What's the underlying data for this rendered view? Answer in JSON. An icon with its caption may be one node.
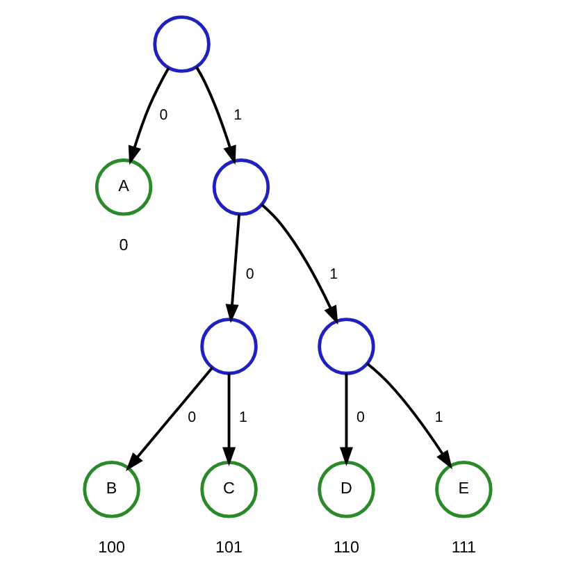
{
  "diagram": {
    "nodes": [
      {
        "text": [],
        "shape": "circle"
      },
      {
        "text": [
          "A"
        ],
        "beside": [
          "0"
        ]
      },
      {
        "text": [],
        "shape": "circle"
      },
      {
        "text": [],
        "shape": "circle"
      },
      {
        "text": [],
        "shape": "circle"
      },
      {
        "text": [
          "B"
        ],
        "beside": [
          "100"
        ]
      },
      {
        "text": [
          "C"
        ],
        "beside": [
          "101"
        ]
      },
      {
        "text": [
          "D"
        ],
        "beside": [
          "110"
        ]
      },
      {
        "text": [
          "E"
        ],
        "beside": [
          "111"
        ]
      }
    ],
    "edges": [
      {
        "from": 0,
        "to": 1,
        "arrow": "to",
        "label": "0"
      },
      {
        "from": 0,
        "to": 2,
        "arrow": "to",
        "label": "1"
      },
      {
        "from": 2,
        "to": 3,
        "arrow": "to",
        "label": "0"
      },
      {
        "from": 2,
        "to": 4,
        "arrow": "to",
        "label": "1"
      },
      {
        "from": 3,
        "to": 5,
        "arrow": "to",
        "label": "0"
      },
      {
        "from": 3,
        "to": 6,
        "arrow": "to",
        "label": "1"
      },
      {
        "from": 4,
        "to": 7,
        "arrow": "to",
        "label": "0"
      },
      {
        "from": 4,
        "to": 8,
        "arrow": "to",
        "label": "1"
      }
    ]
  }
}
